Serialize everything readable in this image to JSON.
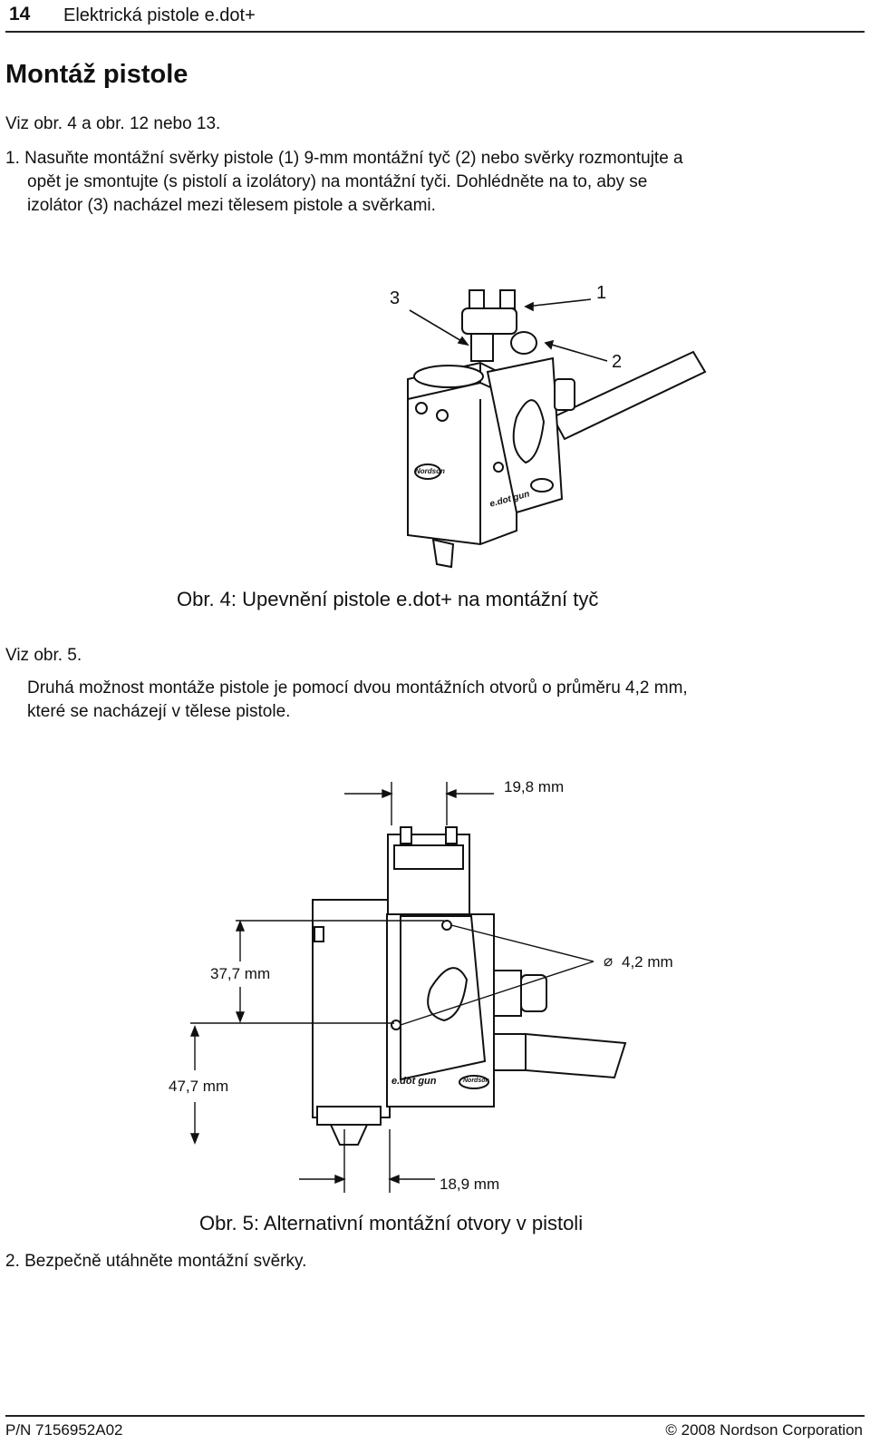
{
  "header": {
    "page_number": "14",
    "title": "Elektrická pistole e.dot+"
  },
  "section": {
    "title": "Montáž pistole"
  },
  "paragraphs": {
    "ref1": "Viz obr. 4 a obr. 12 nebo 13.",
    "step1_line1": "1. Nasuňte montážní svěrky pistole (1) 9-mm montážní tyč (2) nebo svěrky rozmontujte a",
    "step1_line2": "opět je smontujte (s pistolí a izolátory) na montážní tyči. Dohlédněte na to, aby se",
    "step1_line3": "izolátor (3) nacházel mezi tělesem pistole a svěrkami.",
    "ref2": "Viz obr. 5.",
    "alt_line1": "Druhá možnost montáže pistole je pomocí dvou montážních otvorů o průměru 4,2 mm,",
    "alt_line2": "které se nacházejí v tělese pistole.",
    "step2": "2. Bezpečně utáhněte montážní svěrky."
  },
  "figure4": {
    "caption": "Obr. 4: Upevnění pistole e.dot+ na montážní tyč",
    "callouts": {
      "c1": "1",
      "c2": "2",
      "c3": "3"
    },
    "product_text": "e.dot gun",
    "brand_text": "Nordson"
  },
  "figure5": {
    "caption": "Obr. 5: Alternativní montážní otvory v pistoli",
    "dims": {
      "top": "19,8 mm",
      "hole_dia": "4,2 mm",
      "upper": "37,7 mm",
      "lower": "47,7 mm",
      "bottom": "18,9 mm"
    },
    "diameter_symbol": "⌀",
    "product_text": "e.dot gun",
    "brand_text": "Nordson"
  },
  "footer": {
    "part_number": "P/N 7156952A02",
    "copyright": "© 2008 Nordson Corporation"
  }
}
